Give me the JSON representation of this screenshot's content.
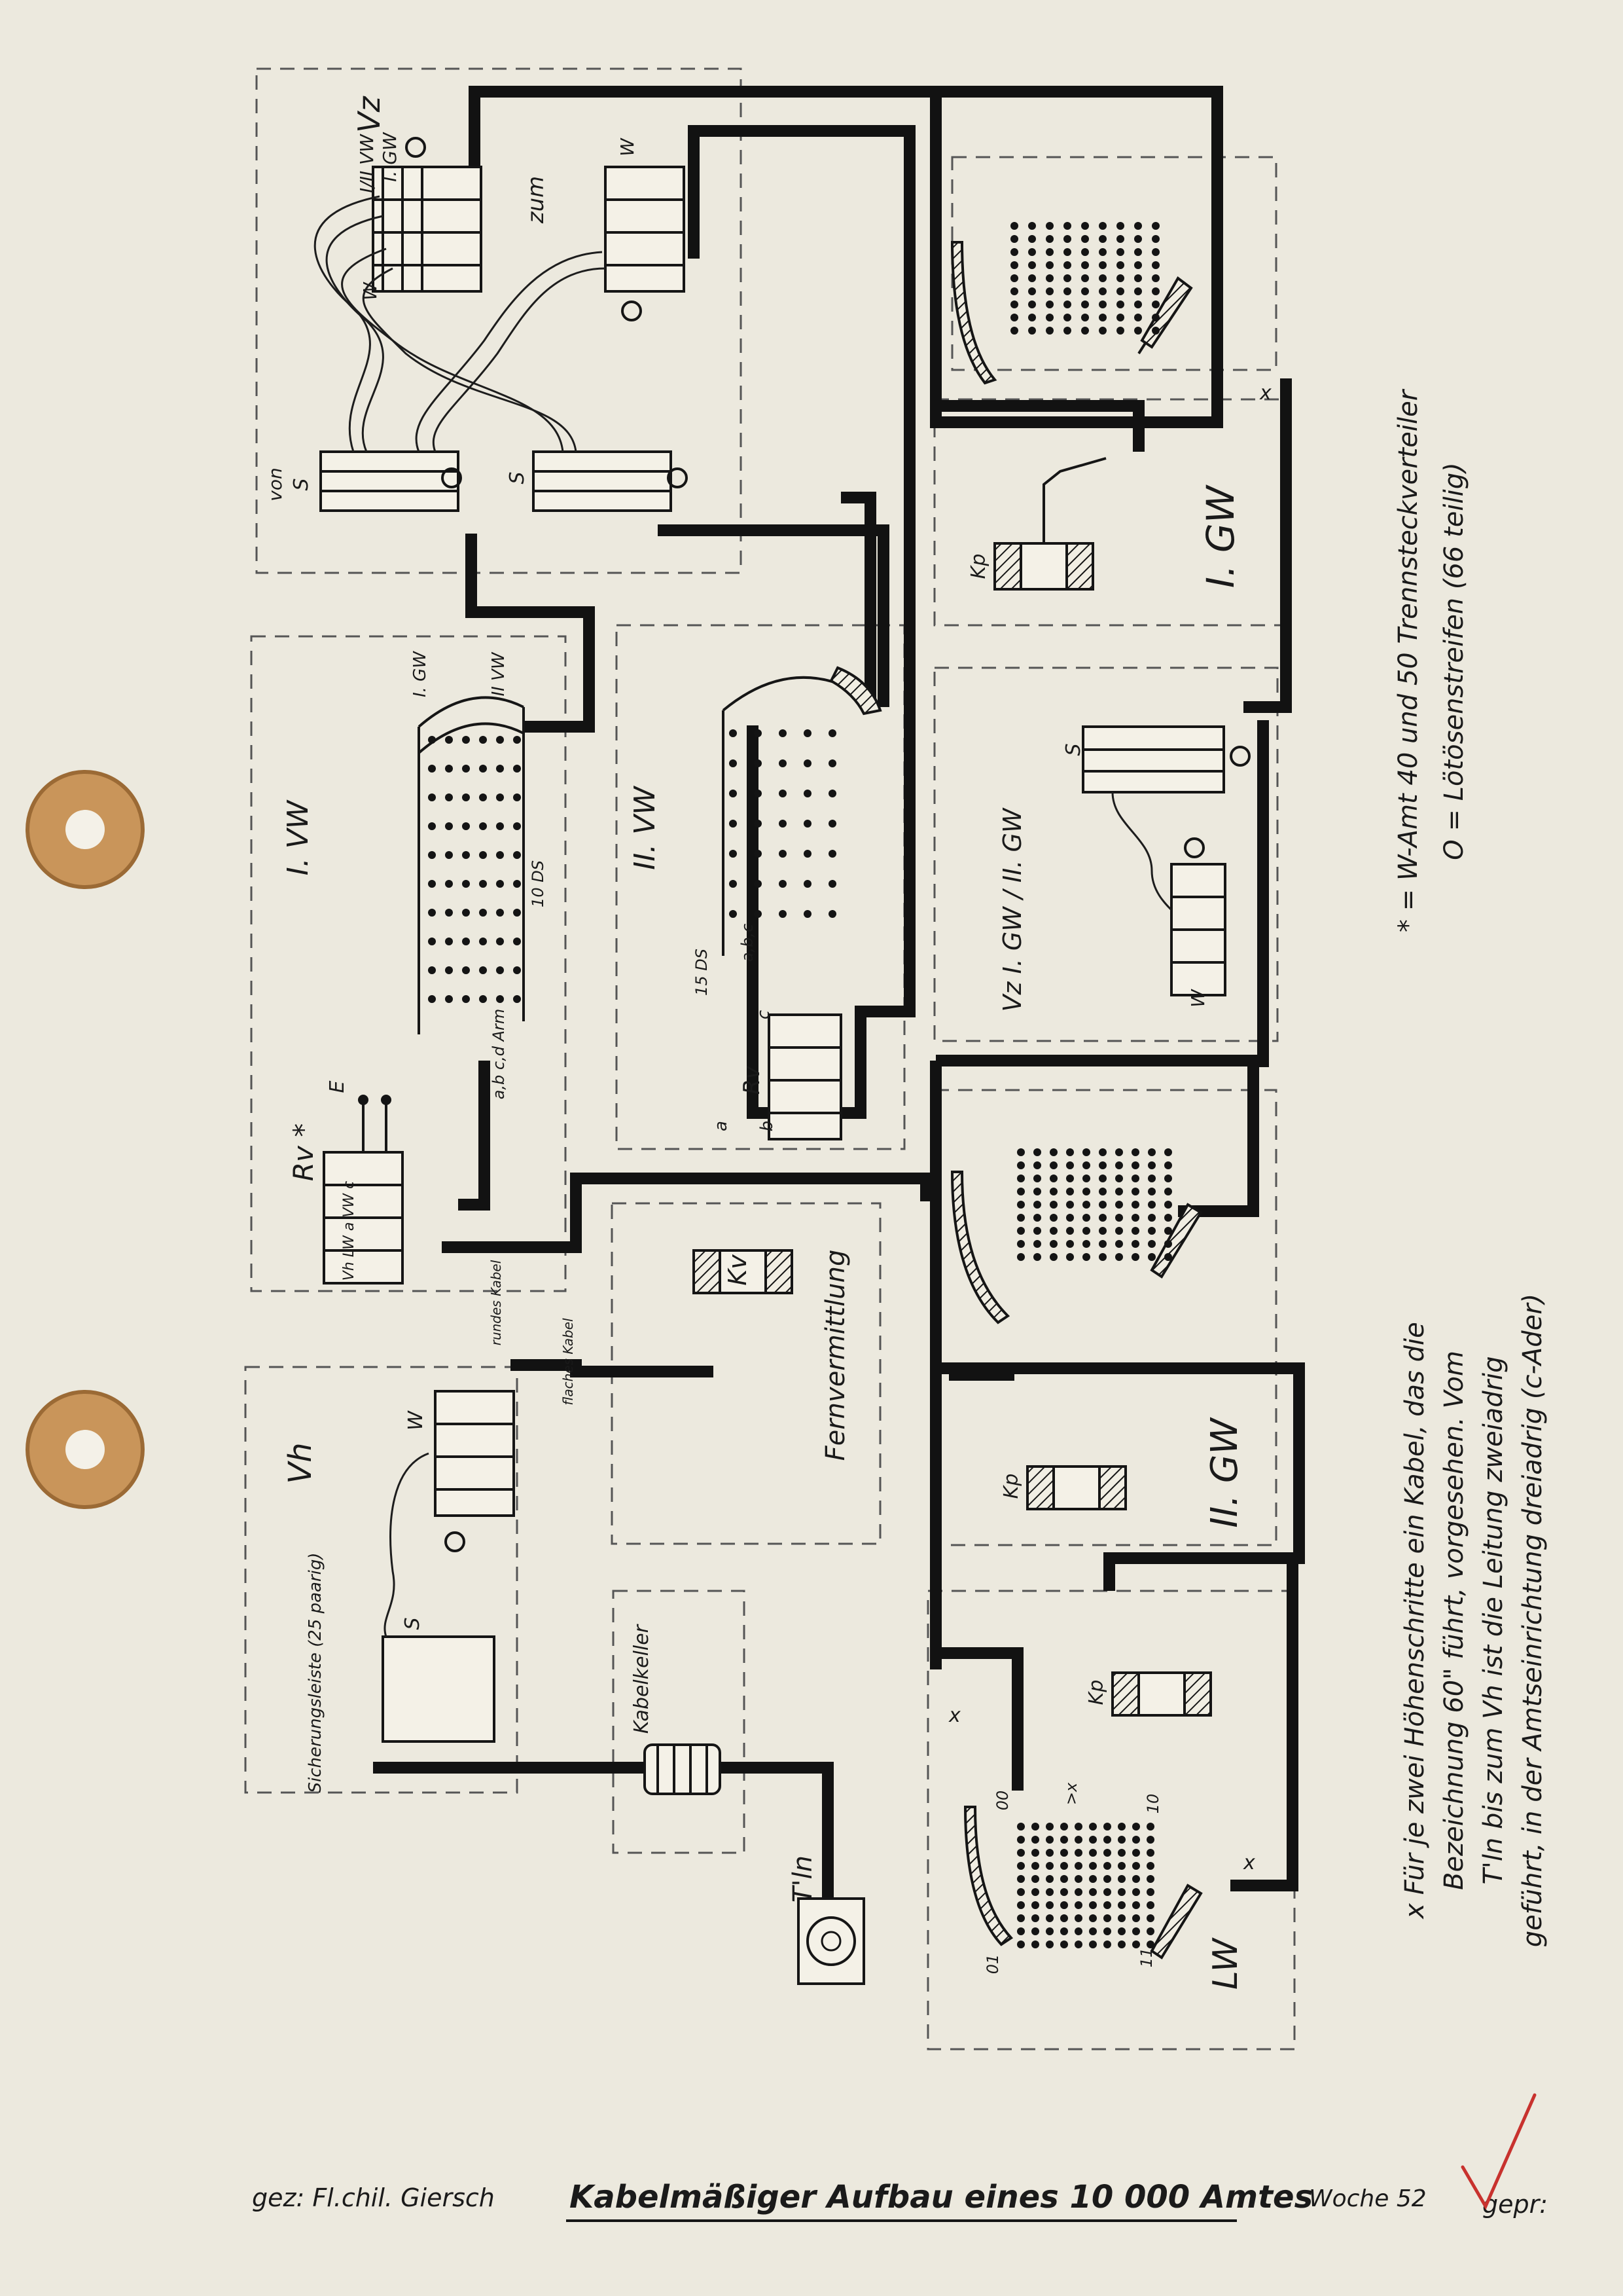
{
  "document": {
    "legend": {
      "w_amt_line": "* = W-Amt 40 und 50 Trennsteckverteiler",
      "loetoesen_line": "O = Lötösenstreifen (66 teilig)"
    },
    "footnote": {
      "line1": "x Für je zwei Höhenschritte ein Kabel, das die",
      "line2": "Bezeichnung 60\" führt, vorgesehen. Vom",
      "line3": "T'ln bis zum Vh ist die Leitung zweiadrig",
      "line4": "geführt, in der Amtseinrichtung dreiadrig (c-Ader)"
    },
    "footer": {
      "signed_by": "gez: Fl.chil. Giersch",
      "title": "Kabelmäßiger Aufbau eines 10 000 Amtes",
      "week": "Woche 52",
      "checked": "gepr:"
    },
    "sections": {
      "vz": "Vz",
      "vz_label_i_ii_vw": "I/II VW",
      "vz_label_i_gw": "I. GW",
      "vz_zum": "zum",
      "vz_von": "von",
      "i_vw": "I. VW",
      "i_vw_label_i_gw": "I. GW",
      "i_vw_label_ii_vw": "II VW",
      "i_vw_10ds": "10 DS",
      "i_vw_abc": "a,b c,d Arm",
      "ii_vw": "II. VW",
      "ii_vw_15ds": "15 DS",
      "ii_vw_abc": "a,b,c",
      "rv_top": "Rv *",
      "rv": "Rv",
      "vh_rv_row": "Vh LW a VW c",
      "e_label": "E",
      "vh": "Vh",
      "sicherungsleiste": "Sicherungsleiste (25 paarig)",
      "rundes_kabel": "rundes Kabel",
      "flaches_kabel": "flaches Kabel",
      "fernvermittlung": "Fernvermittlung",
      "kv": "Kv",
      "kabelkeller": "Kabelkeller",
      "tln": "T'ln",
      "i_gw": "I. GW",
      "vz_i_ii_gw": "Vz I. GW / II. GW",
      "ii_gw": "II. GW",
      "lw": "LW",
      "kp": "Kp",
      "label_s": "S",
      "label_w": "W",
      "label_a": "a",
      "label_b": "b",
      "label_c": "c",
      "label_x": "x",
      "lw_00": "00",
      "lw_01": "01",
      "lw_10": "10",
      "lw_11": "11",
      "lw_gt_x": ">x"
    }
  }
}
